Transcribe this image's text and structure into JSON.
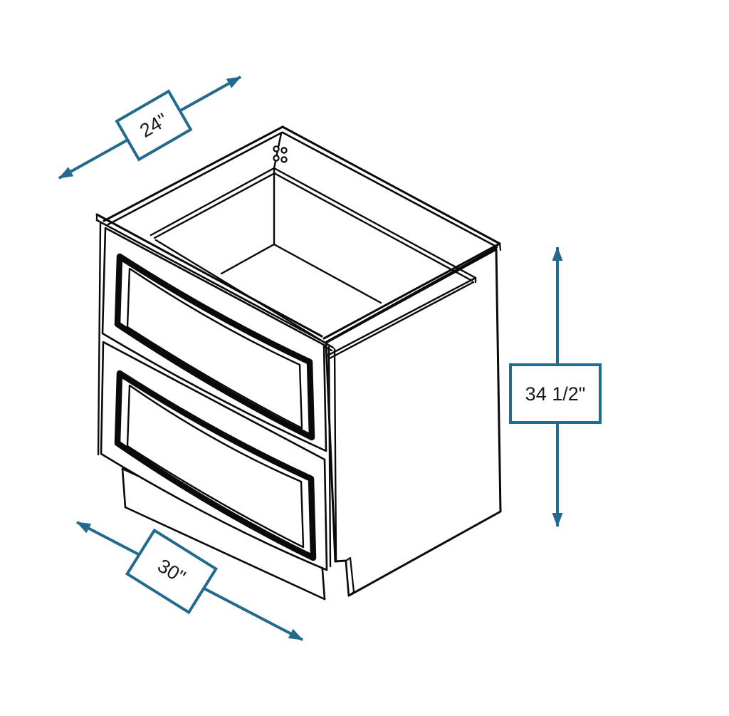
{
  "diagram": {
    "subject": "2-drawer base cabinet isometric line drawing",
    "dimensions": {
      "depth": {
        "label": "24\""
      },
      "width": {
        "label": "30\""
      },
      "height": {
        "label": "34 1/2\""
      }
    },
    "colors": {
      "line": "#0a0a0a",
      "dimension_accent": "#236b8e",
      "label_text": "#1a1a1a",
      "background": "#ffffff"
    }
  }
}
